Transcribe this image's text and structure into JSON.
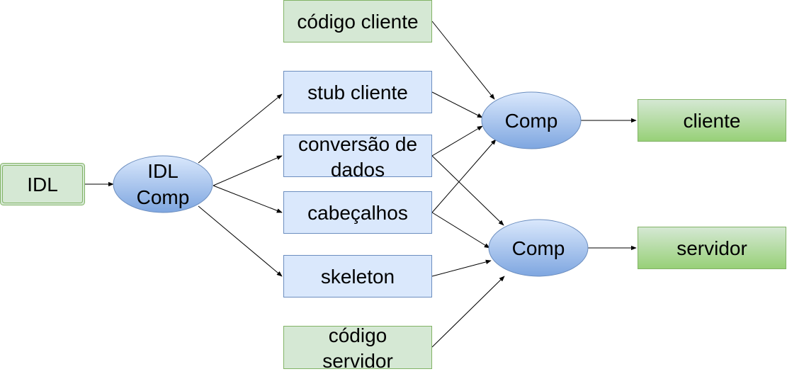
{
  "colors": {
    "green_fill": "#d5e8d4",
    "green_stroke": "#82b366",
    "blue_fill": "#dae8fc",
    "blue_stroke": "#6c8ebf",
    "ellipse_light": "#dae8fc",
    "ellipse_dark": "#7ea6e0",
    "output_light": "#d5e8d4",
    "output_dark": "#97d077"
  },
  "nodes": {
    "idl": "IDL",
    "idl_comp": [
      "IDL",
      "Comp"
    ],
    "codigo_cliente": "código cliente",
    "stub_cliente": "stub cliente",
    "conversao": [
      "conversão de",
      "dados"
    ],
    "cabecalhos": "cabeçalhos",
    "skeleton": "skeleton",
    "codigo_servidor": [
      "código",
      "servidor"
    ],
    "comp_cliente": "Comp",
    "comp_servidor": "Comp",
    "cliente": "cliente",
    "servidor": "servidor"
  }
}
